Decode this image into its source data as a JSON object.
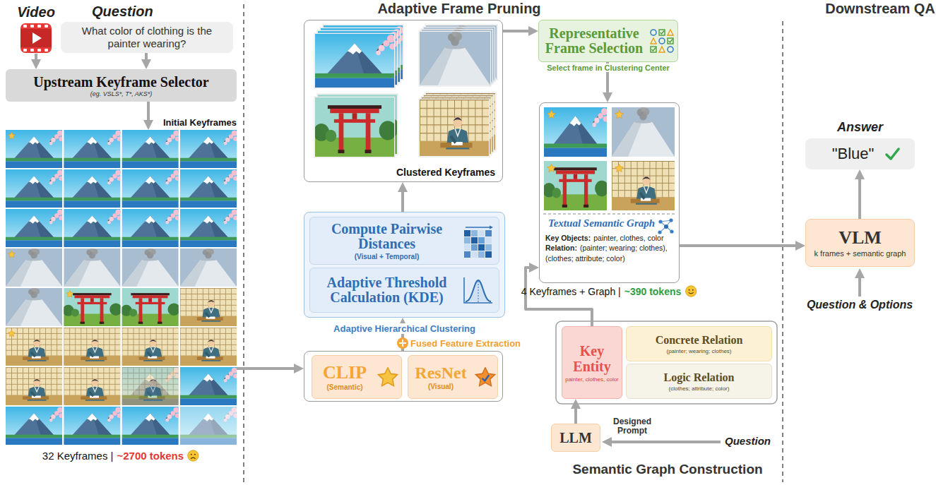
{
  "diagram": {
    "nodes": [
      {
        "text": [
          "Video"
        ]
      },
      {
        "text": [
          "Question",
          "What color of clothing is the painter wearing?"
        ]
      },
      {
        "text": [
          "Upstream Keyframe Selector",
          "(eg. VSLS*, T*, AKS*)"
        ]
      },
      {
        "text": [
          "Initial Keyframes"
        ]
      },
      {
        "text": [
          "Clustered Keyframes"
        ]
      },
      {
        "text": [
          "Adaptive Hierarchical Clustering"
        ]
      },
      {
        "text": [
          "Compute Pairwise Distances",
          "(Visual + Temporal)"
        ],
        "in": 5
      },
      {
        "text": [
          "Adaptive Threshold Calculation (KDE)"
        ],
        "in": 5
      },
      {
        "text": [
          "Fused Feature Extraction"
        ]
      },
      {
        "text": [
          "CLIP",
          "(Semantic)"
        ],
        "in": 8
      },
      {
        "text": [
          "ResNet",
          "(Visual)"
        ],
        "in": 8
      },
      {
        "text": [
          "Representative Frame Selection",
          "Select frame in Clustering Center"
        ]
      },
      {
        "text": [
          "Textual Semantic Graph",
          "Key Objects:",
          "painter, clothes, color",
          "Relation:",
          "(painter; wearing; clothes), (clothes; attribute; color)"
        ]
      },
      {
        "text": [
          "Key Entity",
          "painter, clothes, color"
        ]
      },
      {
        "text": [
          "Concrete Relation",
          "(painter; wearing; clothes)"
        ]
      },
      {
        "text": [
          "Logic Relation",
          "(clothes; attribute; color)"
        ]
      },
      {
        "text": [
          "LLM"
        ]
      },
      {
        "text": [
          "Answer",
          "\"Blue\""
        ]
      },
      {
        "text": [
          "VLM",
          "k frames + semantic graph"
        ]
      }
    ],
    "edges": [
      {
        "from": 0,
        "to": 2,
        "arrow": "to"
      },
      {
        "from": 1,
        "to": 2,
        "arrow": "to"
      },
      {
        "from": 2,
        "to": 3,
        "arrow": "to"
      },
      {
        "from": 3,
        "to": 8,
        "arrow": "to"
      },
      {
        "from": 8,
        "to": 5,
        "arrow": "to"
      },
      {
        "from": 5,
        "to": 4,
        "arrow": "to"
      },
      {
        "from": 4,
        "to": 11,
        "arrow": "to"
      },
      {
        "from": 11,
        "to": 12,
        "arrow": "to"
      },
      {
        "from": 12,
        "to": 18,
        "arrow": "to"
      },
      {
        "from": 16,
        "to": 13,
        "arrow": "to"
      },
      {
        "from": 13,
        "to": 12,
        "arrow": "to"
      },
      {
        "from": 18,
        "to": 17,
        "arrow": "to"
      }
    ],
    "labels": [
      "Adaptive Frame Pruning",
      "Downstream QA",
      "32 Keyframes |",
      "~2700 tokens",
      "4 Keyframes + Graph |",
      "~390 tokens",
      "Designed Prompt",
      "Question",
      "Question & Options",
      "Semantic Graph Construction"
    ]
  }
}
